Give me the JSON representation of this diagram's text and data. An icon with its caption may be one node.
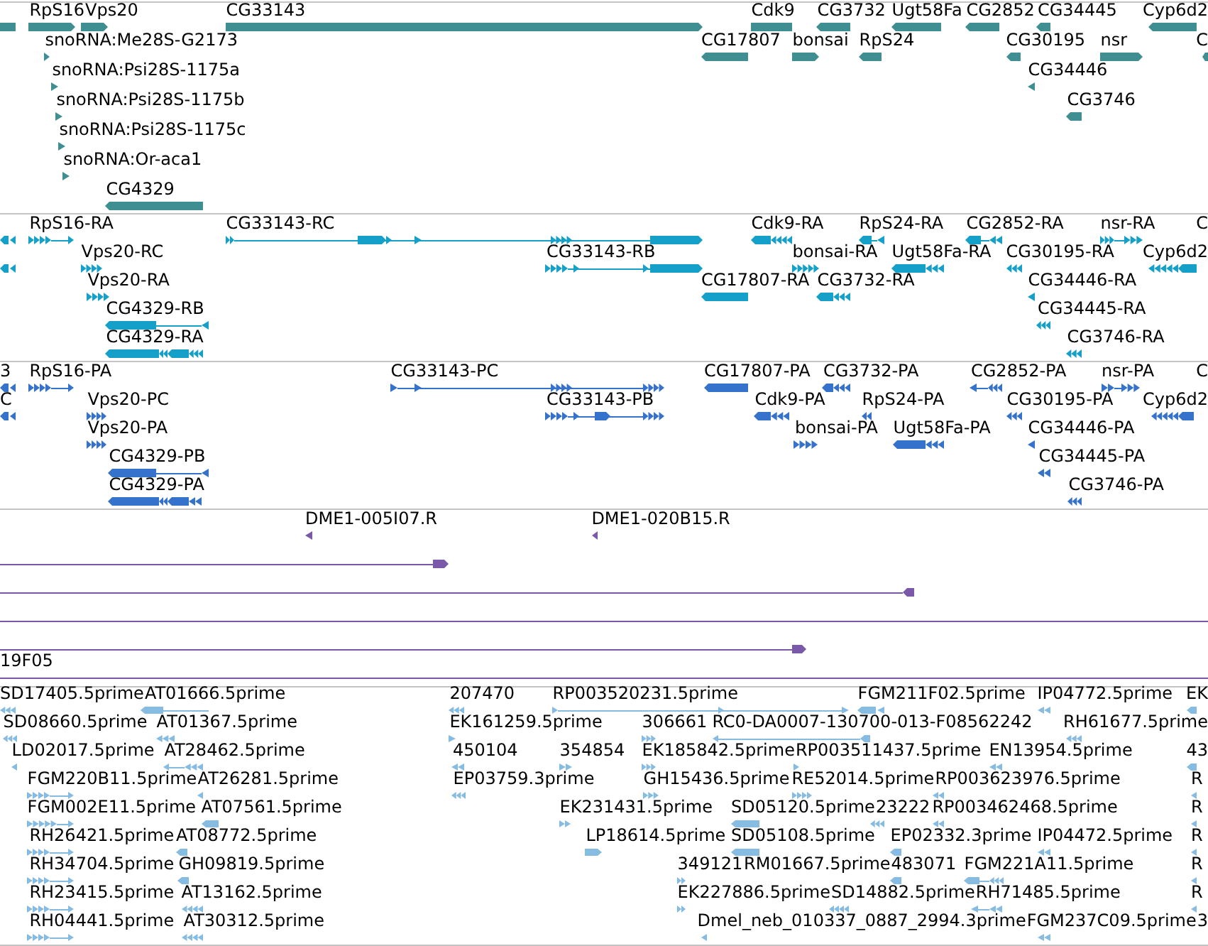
{
  "diagram": {
    "labels": [
      "RpS16",
      "Vps20",
      "CG33143",
      "Cdk9",
      "CG3732",
      "Ugt58Fa",
      "CG2852",
      "CG34445",
      "Cyp6d2",
      "snoRNA:Me28S-G2173",
      "CG17807",
      "bonsai",
      "RpS24",
      "CG30195",
      "nsr",
      "C",
      "snoRNA:Psi28S-1175a",
      "CG34446",
      "snoRNA:Psi28S-1175b",
      "CG3746",
      "snoRNA:Psi28S-1175c",
      "snoRNA:Or-aca1",
      "CG4329",
      "RpS16-RA",
      "CG33143-RC",
      "Cdk9-RA",
      "RpS24-RA",
      "CG2852-RA",
      "nsr-RA",
      "C",
      "Vps20-RC",
      "CG33143-RB",
      "bonsai-RA",
      "Ugt58Fa-RA",
      "CG30195-RA",
      "Cyp6d2",
      "Vps20-RA",
      "CG17807-RA",
      "CG3732-RA",
      "CG34446-RA",
      "CG4329-RB",
      "CG34445-RA",
      "CG4329-RA",
      "CG3746-RA",
      "3",
      "RpS16-PA",
      "CG33143-PC",
      "CG17807-PA",
      "CG3732-PA",
      "CG2852-PA",
      "nsr-PA",
      "C",
      "C",
      "Vps20-PC",
      "CG33143-PB",
      "Cdk9-PA",
      "RpS24-PA",
      "CG30195-PA",
      "Cyp6d2",
      "Vps20-PA",
      "bonsai-PA",
      "Ugt58Fa-PA",
      "CG34446-PA",
      "CG4329-PB",
      "CG34445-PA",
      "CG4329-PA",
      "CG3746-PA",
      "DME1-005I07.R",
      "DME1-020B15.R",
      "19F05",
      "SD17405.5prime",
      "AT01666.5prime",
      "207470",
      "RP003520231.5prime",
      "FGM211F02.5prime",
      "IP04772.5prime",
      "EK",
      "SD08660.5prime",
      "AT01367.5prime",
      "EK161259.5prime",
      "306661",
      "RC0-DA0007-130700-013-F08562242",
      "RH61677.5prime",
      "LD02017.5prime",
      "AT28462.5prime",
      "450104",
      "354854",
      "EK185842.5prime",
      "RP003511437.5prime",
      "EN13954.5prime",
      "43",
      "FGM220B11.5prime",
      "AT26281.5prime",
      "EP03759.3prime",
      "GH15436.5prime",
      "RE52014.5prime",
      "RP003623976.5prime",
      "R",
      "FGM002E11.5prime",
      "AT07561.5prime",
      "EK231431.5prime",
      "SD05120.5prime",
      "23222",
      "RP003462468.5prime",
      "R",
      "RH26421.5prime",
      "AT08772.5prime",
      "LP18614.5prime",
      "SD05108.5prime",
      "EP02332.3prime",
      "IP04472.5prime",
      "R",
      "RH34704.5prime",
      "GH09819.5prime",
      "349121",
      "RM01667.5prime",
      "483071",
      "FGM221A11.5prime",
      "R",
      "RH23415.5prime",
      "AT13162.5prime",
      "EK227886.5prime",
      "SD14882.5prime",
      "RH71485.5prime",
      "R",
      "RH04441.5prime",
      "AT30312.5prime",
      "Dmel_neb_010337_0887_2994.3prime",
      "FGM237C09.5prime",
      "3"
    ]
  }
}
